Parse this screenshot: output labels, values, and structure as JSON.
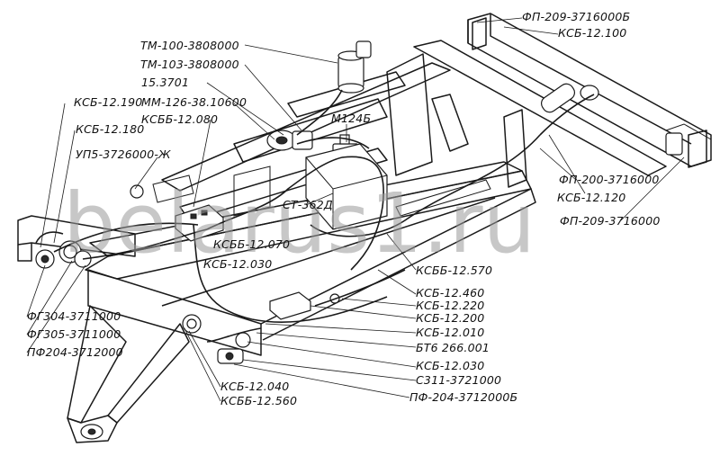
{
  "watermark": "belarus1.ru",
  "labels": {
    "fp209_top": "ФП-209-3716000Б",
    "ksb_12_100": "КСБ-12.100",
    "tm_100": "ТМ-100-3808000",
    "tm_103": "ТМ-103-3808000",
    "p15_3701": "15.3701",
    "mm_126": "ММ-126-38.10600",
    "ksbb_12_080": "КСББ-12.080",
    "m124b": "М124Б",
    "ksb_12_190": "КСБ-12.190",
    "ksb_12_180": "КСБ-12.180",
    "upb_3726": "УП5-3726000-Ж",
    "fp200": "ФП-200-3716000",
    "ksb_12_120": "КСБ-12.120",
    "fp209_right": "ФП-209-3716000",
    "st_362": "СТ-362Д",
    "ksbb_12_070": "КСББ-12.070",
    "ksb_12_030_mid": "КСБ-12.030",
    "ksbb_12_570": "КСББ-12.570",
    "ksb_12_460": "КСБ-12.460",
    "ksb_12_220": "КСБ-12.220",
    "ksb_12_200": "КСБ-12.200",
    "ksb_12_010": "КСБ-12.010",
    "bt6_266": "БТ6 266.001",
    "ksb_12_030": "КСБ-12.030",
    "s311": "С311-3721000",
    "pf204_right": "ПФ-204-3712000Б",
    "fg304": "ФГ304-3711000",
    "fg305": "ФГ305-3711000",
    "pf204_left": "ПФ204-3712000",
    "ksb_12_040": "КСБ-12.040",
    "ksbb_12_560": "КСББ-12.560"
  }
}
